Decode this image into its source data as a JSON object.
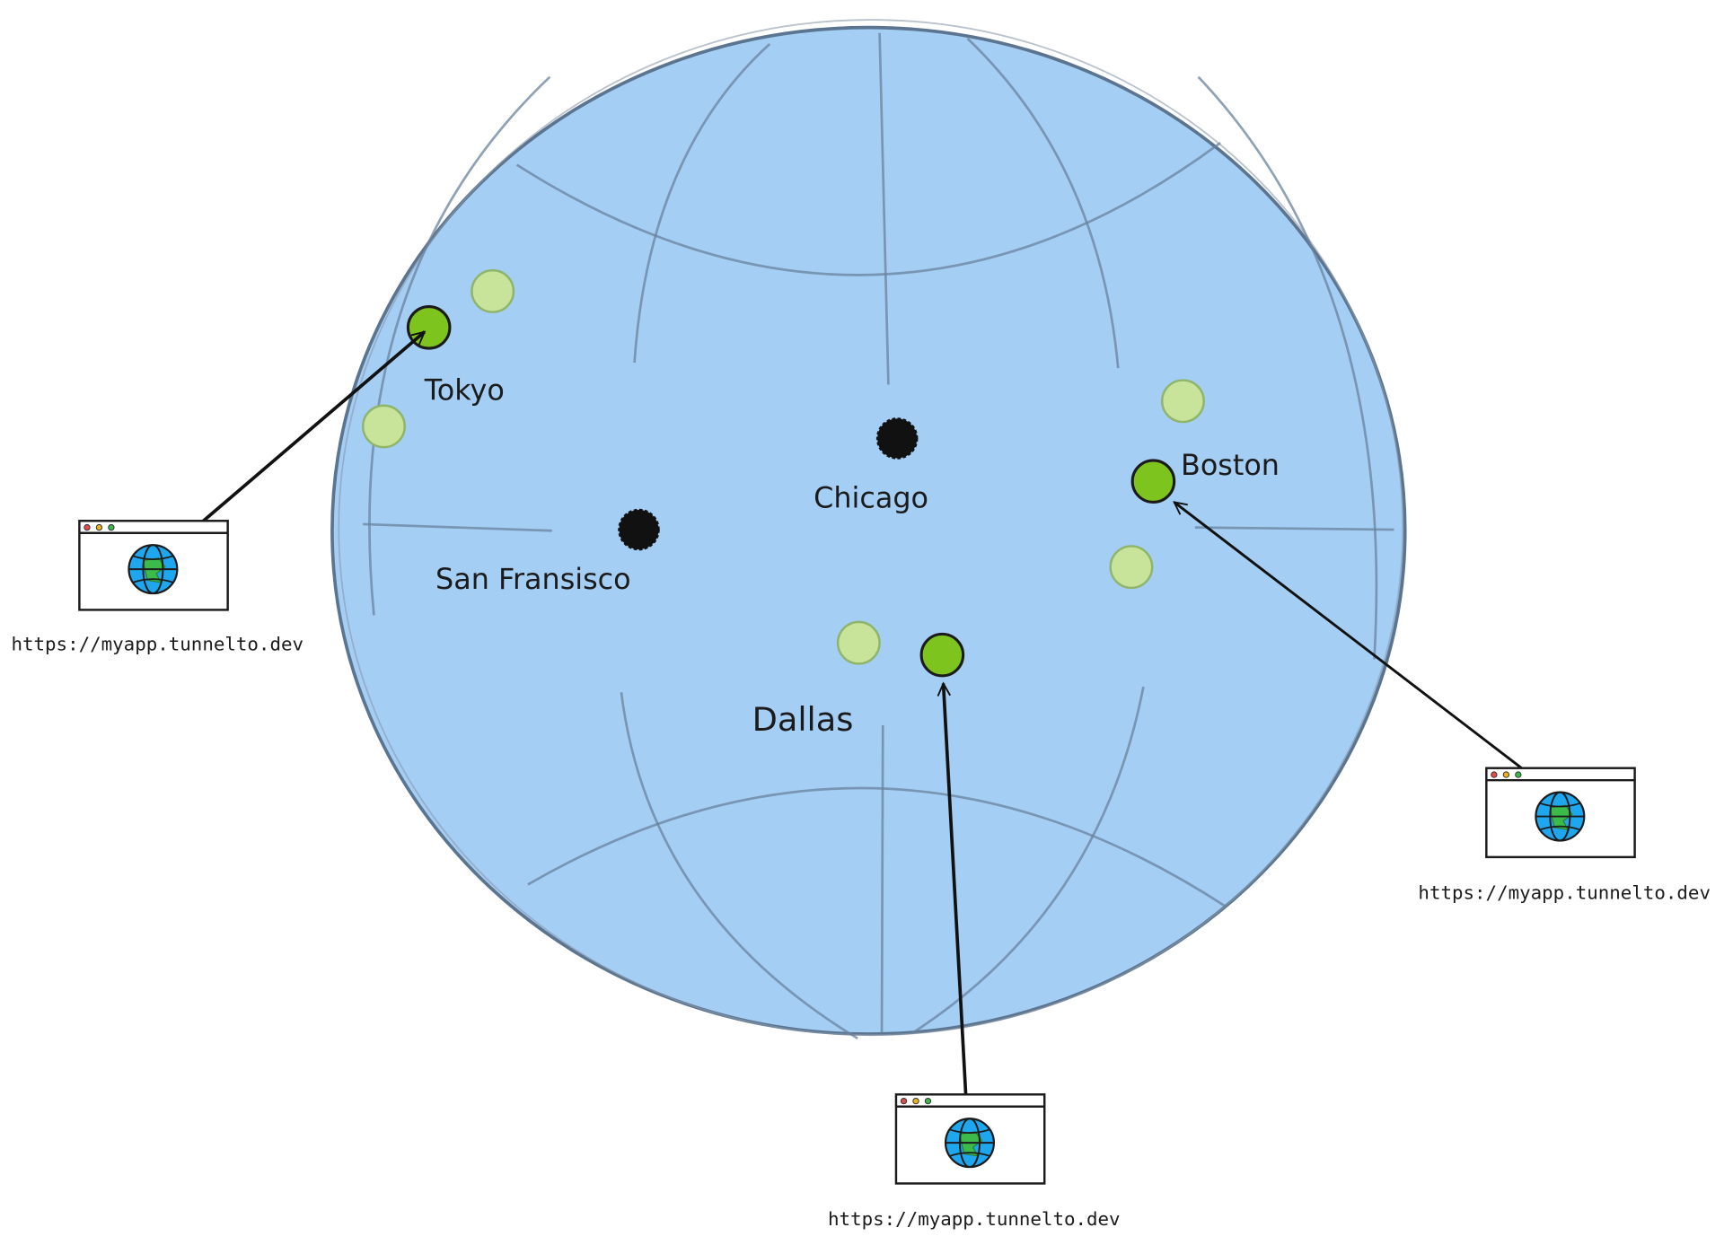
{
  "cities": [
    {
      "label": "Tokyo"
    },
    {
      "label": "Chicago"
    },
    {
      "label": "Boston"
    },
    {
      "label": "San Fransisco"
    },
    {
      "label": "Dallas"
    }
  ],
  "clients": [
    {
      "url": "https://myapp.tunnelto.dev"
    },
    {
      "url": "https://myapp.tunnelto.dev"
    },
    {
      "url": "https://myapp.tunnelto.dev"
    }
  ],
  "colors": {
    "globe": "#a5cef5",
    "active_node": "#7ec41f",
    "idle_node": "#c8e39a",
    "hub": "#111111"
  }
}
